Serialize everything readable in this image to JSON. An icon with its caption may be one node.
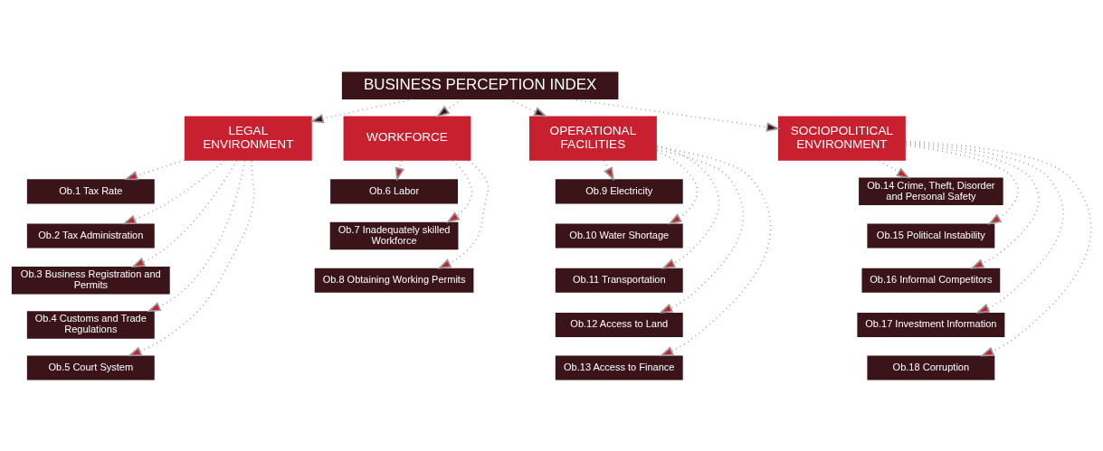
{
  "diagram": {
    "nodes": [
      {
        "text": [
          "BUSINESS PERCEPTION INDEX"
        ]
      },
      {
        "text": [
          "LEGAL ENVIRONMENT"
        ]
      },
      {
        "text": [
          "Ob.1 Tax Rate"
        ]
      },
      {
        "text": [
          "Ob.2 Tax Administration"
        ]
      },
      {
        "text": [
          "Ob.3 Business Registration and Permits"
        ]
      },
      {
        "text": [
          "Ob.4 Customs and Trade Regulations"
        ]
      },
      {
        "text": [
          "Ob.5 Court System"
        ]
      },
      {
        "text": [
          "WORKFORCE"
        ]
      },
      {
        "text": [
          "Ob.6 Labor"
        ]
      },
      {
        "text": [
          "Ob.7 Inadequately skilled Workforce"
        ]
      },
      {
        "text": [
          "Ob.8 Obtaining Working Permits"
        ]
      },
      {
        "text": [
          "OPERATIONAL FACILITIES"
        ]
      },
      {
        "text": [
          "Ob.9 Electricity"
        ]
      },
      {
        "text": [
          "Ob.10 Water Shortage"
        ]
      },
      {
        "text": [
          "Ob.11 Transportation"
        ]
      },
      {
        "text": [
          "Ob.12 Access to Land"
        ]
      },
      {
        "text": [
          "Ob.13 Access to Finance"
        ]
      },
      {
        "text": [
          "SOCIOPOLITICAL ENVIRONMENT"
        ]
      },
      {
        "text": [
          "Ob.14 Crime, Theft, Disorder and Personal Safety"
        ]
      },
      {
        "text": [
          "Ob.15 Political Instability"
        ]
      },
      {
        "text": [
          "Ob.16 Informal Competitors"
        ]
      },
      {
        "text": [
          "Ob.17 Investment Information"
        ]
      },
      {
        "text": [
          "Ob.18 Corruption"
        ]
      }
    ],
    "edges": [
      {
        "from": 0,
        "to": 1,
        "arrow": "to",
        "style": "dashed"
      },
      {
        "from": 0,
        "to": 7,
        "arrow": "to",
        "style": "dashed"
      },
      {
        "from": 0,
        "to": 11,
        "arrow": "to",
        "style": "dashed"
      },
      {
        "from": 0,
        "to": 17,
        "arrow": "to",
        "style": "dashed"
      },
      {
        "from": 1,
        "to": 2,
        "arrow": "to",
        "style": "dashed"
      },
      {
        "from": 1,
        "to": 3,
        "arrow": "to",
        "style": "dashed"
      },
      {
        "from": 1,
        "to": 4,
        "arrow": "to",
        "style": "dashed"
      },
      {
        "from": 1,
        "to": 5,
        "arrow": "to",
        "style": "dashed"
      },
      {
        "from": 1,
        "to": 6,
        "arrow": "to",
        "style": "dashed"
      },
      {
        "from": 7,
        "to": 8,
        "arrow": "to",
        "style": "dashed"
      },
      {
        "from": 7,
        "to": 9,
        "arrow": "to",
        "style": "dashed"
      },
      {
        "from": 7,
        "to": 10,
        "arrow": "to",
        "style": "dashed"
      },
      {
        "from": 11,
        "to": 12,
        "arrow": "to",
        "style": "dashed"
      },
      {
        "from": 11,
        "to": 13,
        "arrow": "to",
        "style": "dashed"
      },
      {
        "from": 11,
        "to": 14,
        "arrow": "to",
        "style": "dashed"
      },
      {
        "from": 11,
        "to": 15,
        "arrow": "to",
        "style": "dashed"
      },
      {
        "from": 11,
        "to": 16,
        "arrow": "to",
        "style": "dashed"
      },
      {
        "from": 17,
        "to": 18,
        "arrow": "to",
        "style": "dashed"
      },
      {
        "from": 17,
        "to": 19,
        "arrow": "to",
        "style": "dashed"
      },
      {
        "from": 17,
        "to": 20,
        "arrow": "to",
        "style": "dashed"
      },
      {
        "from": 17,
        "to": 21,
        "arrow": "to",
        "style": "dashed"
      },
      {
        "from": 17,
        "to": 22,
        "arrow": "to",
        "style": "dashed"
      }
    ]
  }
}
